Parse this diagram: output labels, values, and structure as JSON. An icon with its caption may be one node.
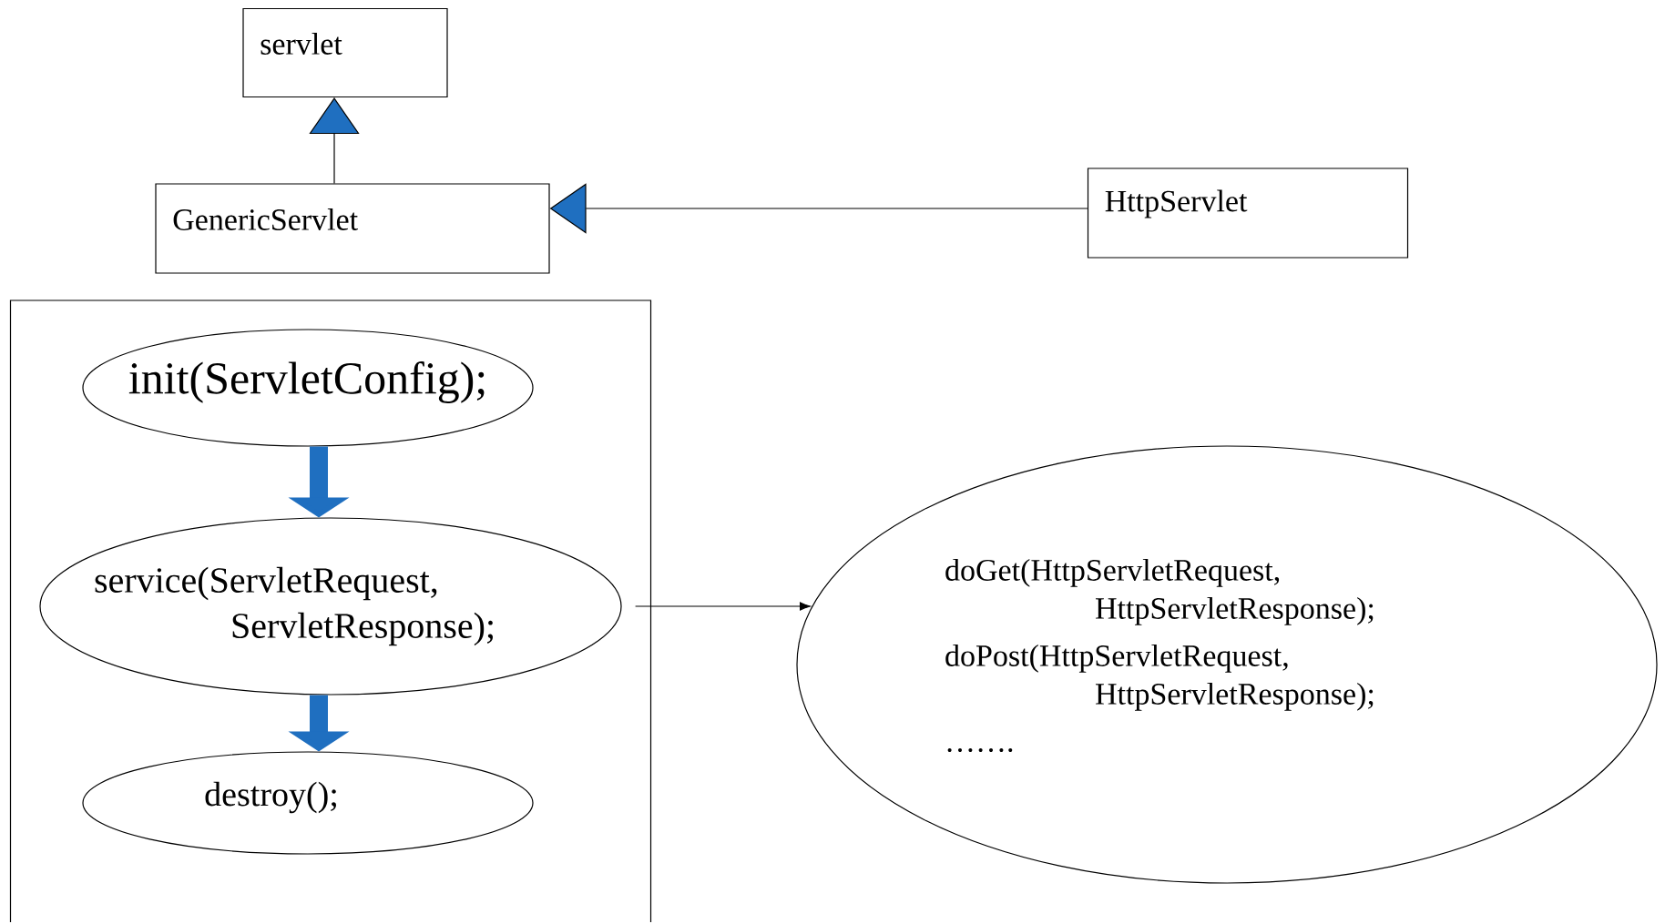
{
  "diagram": {
    "nodes": [
      {
        "text": [
          "servlet"
        ]
      },
      {
        "text": [
          "GenericServlet"
        ]
      },
      {
        "text": [
          "HttpServlet"
        ]
      },
      {
        "text": [],
        "shape": "box"
      },
      {
        "text": [
          "init(ServletConfig);"
        ],
        "in": 3
      },
      {
        "text": [
          "service(ServletRequest, ServletResponse);"
        ],
        "in": 3
      },
      {
        "text": [
          "destroy();"
        ],
        "in": 3
      },
      {
        "text": [
          "doGet(HttpServletRequest, HttpServletResponse);",
          "doPost(HttpServletRequest, HttpServletResponse);",
          "……."
        ]
      }
    ],
    "edges": [
      {
        "from": 1,
        "to": 0,
        "arrow": "to"
      },
      {
        "from": 2,
        "to": 1,
        "arrow": "to"
      },
      {
        "from": 4,
        "to": 5,
        "arrow": "to",
        "style": "thick",
        "color": "#1f6fc0"
      },
      {
        "from": 5,
        "to": 6,
        "arrow": "to",
        "style": "thick",
        "color": "#1f6fc0"
      },
      {
        "from": 5,
        "to": 7,
        "arrow": "to"
      }
    ]
  }
}
